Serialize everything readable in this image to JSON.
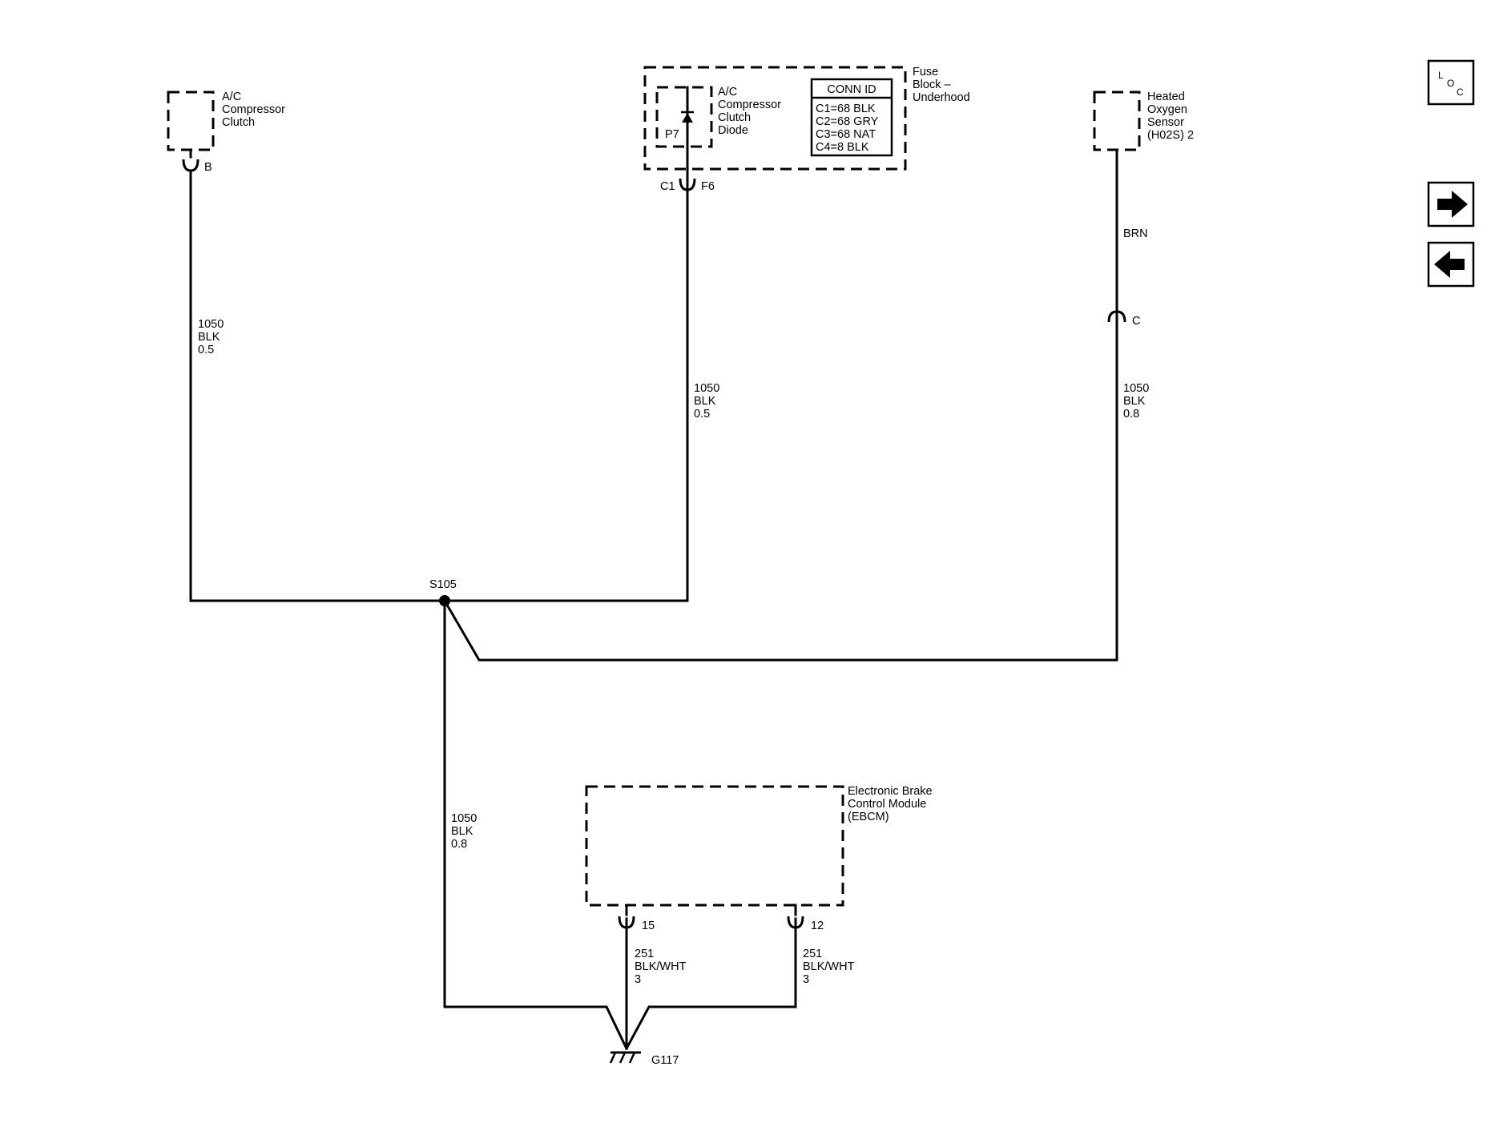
{
  "components": {
    "ac_compressor_clutch": {
      "lines": [
        "A/C",
        "Compressor",
        "Clutch"
      ],
      "pin": "B"
    },
    "fuse_block": {
      "lines": [
        "Fuse",
        "Block –",
        "Underhood"
      ],
      "diode": {
        "lines": [
          "A/C",
          "Compressor",
          "Clutch",
          "Diode"
        ],
        "ref": "P7"
      },
      "conn_id": {
        "header": "CONN ID",
        "rows": [
          "C1=68 BLK",
          "C2=68 GRY",
          "C3=68 NAT",
          "C4=8 BLK"
        ]
      },
      "connector": "C1",
      "pin": "F6"
    },
    "ho2s": {
      "lines": [
        "Heated",
        "Oxygen",
        "Sensor",
        "(H02S) 2"
      ],
      "wire_color": "BRN",
      "inline_pin": "C"
    },
    "ebcm": {
      "lines": [
        "Electronic Brake",
        "Control Module",
        "(EBCM)"
      ],
      "pin_left": "15",
      "pin_right": "12"
    }
  },
  "wires": {
    "left": [
      "1050",
      "BLK",
      "0.5"
    ],
    "middle": [
      "1050",
      "BLK",
      "0.5"
    ],
    "right": [
      "1050",
      "BLK",
      "0.8"
    ],
    "down": [
      "1050",
      "BLK",
      "0.8"
    ],
    "ebcm_left": [
      "251",
      "BLK/WHT",
      "3"
    ],
    "ebcm_right": [
      "251",
      "BLK/WHT",
      "3"
    ]
  },
  "splice": "S105",
  "ground": "G117",
  "nav": {
    "loc_letters": [
      "L",
      "O",
      "C"
    ],
    "forward_icon": "arrow-right-icon",
    "back_icon": "arrow-left-icon"
  },
  "colors": {
    "ink": "#000000",
    "background": "#ffffff"
  }
}
